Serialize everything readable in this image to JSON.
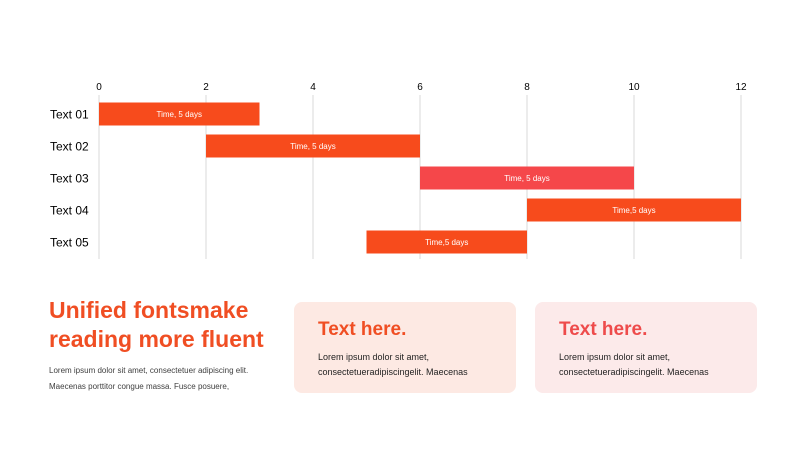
{
  "chart_data": {
    "type": "bar",
    "subtype": "gantt",
    "categories": [
      "Text 01",
      "Text 02",
      "Text 03",
      "Text 04",
      "Text 05"
    ],
    "bars": [
      {
        "category": "Text 01",
        "start": 0,
        "end": 3,
        "label": "Time, 5 days"
      },
      {
        "category": "Text 02",
        "start": 2,
        "end": 6,
        "label": "Time, 5 days"
      },
      {
        "category": "Text 03",
        "start": 6,
        "end": 10,
        "label": "Time, 5 days"
      },
      {
        "category": "Text 04",
        "start": 8,
        "end": 12,
        "label": "Time,5 days"
      },
      {
        "category": "Text 05",
        "start": 5,
        "end": 8,
        "label": "Time,5 days"
      }
    ],
    "xlim": [
      0,
      12
    ],
    "xticks": [
      0,
      2,
      4,
      6,
      8,
      10,
      12
    ],
    "x_axis_position": "top",
    "grid": "vertical",
    "colors": {
      "bar_primary": "#F74B1C",
      "bar_alt": "#F5474A",
      "grid": "#D9D9D9",
      "tick_text": "#000000",
      "bar_text": "#FFFFFF"
    },
    "alt_color_rows": [
      2
    ]
  },
  "headline": "Unified fontsmake reading more fluent",
  "body_text": "Lorem ipsum dolor sit amet, consectetuer adipiscing elit. Maecenas porttitor congue massa. Fusce posuere,",
  "cards": [
    {
      "title": "Text here.",
      "body": "Lorem ipsum dolor sit amet, consectetueradipiscingelit.  Maecenas",
      "color": "#F04E23",
      "background": "#FDE9E3"
    },
    {
      "title": "Text here.",
      "body": "Lorem ipsum dolor sit amet, consectetueradipiscingelit.  Maecenas",
      "color": "#EE4B4B",
      "background": "#FCEAEA"
    }
  ]
}
